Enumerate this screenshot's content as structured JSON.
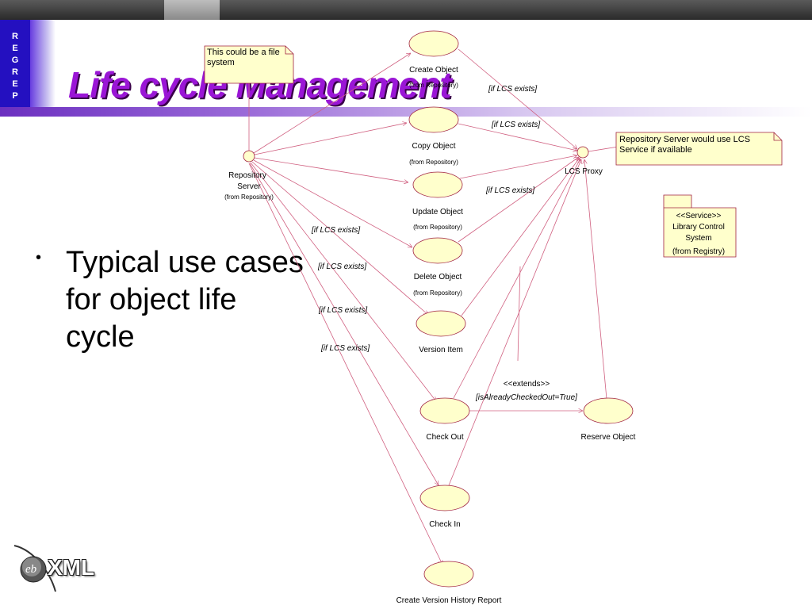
{
  "slide": {
    "title": "Life cycle Management",
    "logo_letters": [
      "R",
      "E",
      "G",
      "R",
      "E",
      "P"
    ],
    "bullet": "Typical use cases for object life cycle",
    "footer_logo_prefix": "eb",
    "footer_logo_text": "XML"
  },
  "notes": {
    "file_system": "This could be a file system",
    "lcs_service": "Repository Server would use LCS Service if available"
  },
  "actors": {
    "repository_server": {
      "name_line1": "Repository",
      "name_line2": "Server",
      "from": "(from Repository)"
    },
    "lcs_proxy": {
      "name": "LCS Proxy"
    },
    "library_control": {
      "line1": "<<Service>>",
      "line2": "Library Control",
      "line3": "System",
      "line4": "(from Registry)"
    }
  },
  "use_cases": {
    "create_object": {
      "name": "Create Object",
      "from": "(from Repository)"
    },
    "copy_object": {
      "name": "Copy Object",
      "from": "(from Repository)"
    },
    "update_object": {
      "name": "Update Object",
      "from": "(from Repository)"
    },
    "delete_object": {
      "name": "Delete Object",
      "from": "(from Repository)"
    },
    "version_item": {
      "name": "Version Item"
    },
    "check_out": {
      "name": "Check Out"
    },
    "check_in": {
      "name": "Check In"
    },
    "create_version_history": {
      "name": "Create Version History Report"
    },
    "reserve_object": {
      "name": "Reserve Object"
    }
  },
  "conditions": {
    "if_lcs": "[if LCS exists]",
    "extends": "<<extends>>",
    "already_checked_out": "[isAlreadyCheckedOut=True]"
  },
  "colors": {
    "line": "#d06080",
    "ellipse_fill": "#ffffcc",
    "ellipse_stroke": "#a02040",
    "title": "#9a16d6",
    "logo_bg": "#2410c0"
  }
}
